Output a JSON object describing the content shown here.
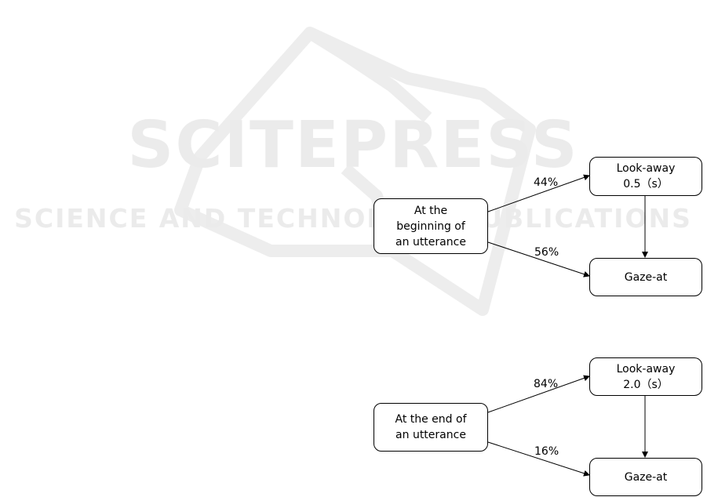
{
  "watermark": {
    "line1": "SCITEPRESS",
    "line2": "SCIENCE AND TECHNOLOGY PUBLICATIONS"
  },
  "diagrams": [
    {
      "source": {
        "lines": [
          "At the",
          "beginning of",
          "an utterance"
        ]
      },
      "branch_upper": {
        "percent": "44%",
        "target": {
          "lines": [
            "Look-away",
            "0.5（s）"
          ]
        }
      },
      "branch_lower": {
        "percent": "56%",
        "target": {
          "lines": [
            "Gaze-at"
          ]
        }
      }
    },
    {
      "source": {
        "lines": [
          "At the end of",
          "an utterance"
        ]
      },
      "branch_upper": {
        "percent": "84%",
        "target": {
          "lines": [
            "Look-away",
            "2.0（s）"
          ]
        }
      },
      "branch_lower": {
        "percent": "16%",
        "target": {
          "lines": [
            "Gaze-at"
          ]
        }
      }
    }
  ]
}
